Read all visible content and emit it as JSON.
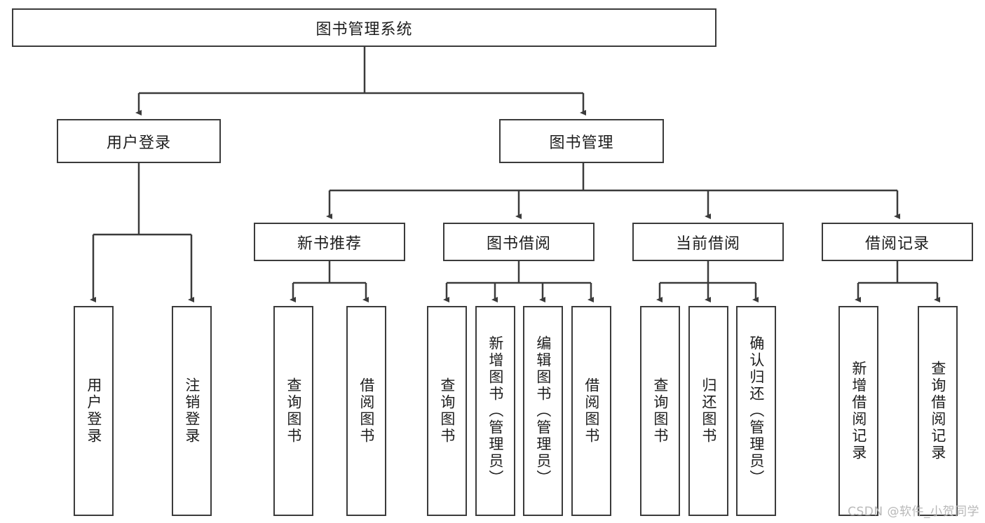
{
  "diagram": {
    "type": "tree-hierarchy",
    "title": "图书管理系统",
    "watermark": "CSDN @软件_小贺同学",
    "colors": {
      "stroke": "#3b3b3b",
      "fill": "#ffffff",
      "text": "#1d1d1d",
      "watermark": "#b8b8b8"
    },
    "root": {
      "label": "图书管理系统"
    },
    "level2": [
      {
        "label": "用户登录"
      },
      {
        "label": "图书管理"
      }
    ],
    "level3": [
      {
        "label": "新书推荐"
      },
      {
        "label": "图书借阅"
      },
      {
        "label": "当前借阅"
      },
      {
        "label": "借阅记录"
      }
    ],
    "leaves": {
      "user_login": [
        {
          "label": "用户登录"
        },
        {
          "label": "注销登录"
        }
      ],
      "new_book": [
        {
          "label": "查询图书"
        },
        {
          "label": "借阅图书"
        }
      ],
      "book_borrow": [
        {
          "label": "查询图书"
        },
        {
          "label": "新增图书（管理员）"
        },
        {
          "label": "编辑图书（管理员）"
        },
        {
          "label": "借阅图书"
        }
      ],
      "current_borrow": [
        {
          "label": "查询图书"
        },
        {
          "label": "归还图书"
        },
        {
          "label": "确认归还（管理员）"
        }
      ],
      "borrow_record": [
        {
          "label": "新增借阅记录"
        },
        {
          "label": "查询借阅记录"
        }
      ]
    }
  }
}
